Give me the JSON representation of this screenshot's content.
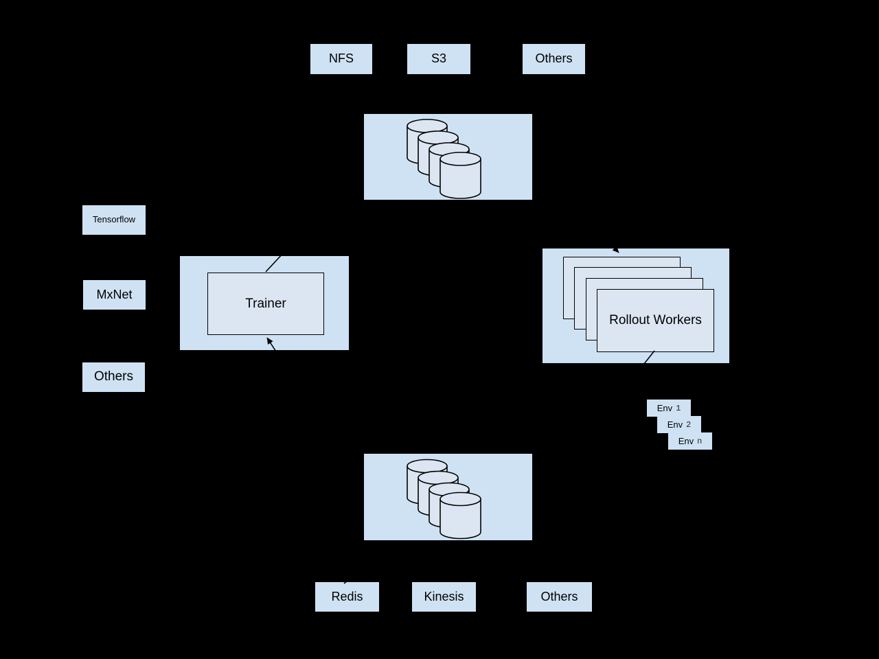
{
  "diagram": {
    "title": "distributed-rl-architecture",
    "storage_backends_top": [
      {
        "label": "NFS"
      },
      {
        "label": "S3"
      },
      {
        "label": "Others"
      }
    ],
    "datastore_top": {
      "icon": "database-cylinders-icon"
    },
    "frameworks": [
      {
        "label": "Tensorflow"
      },
      {
        "label": "MxNet"
      },
      {
        "label": "Others"
      }
    ],
    "trainer": {
      "label": "Trainer"
    },
    "rollout_workers": {
      "label": "Rollout Workers",
      "card_count": 4
    },
    "environments": {
      "prefix": "Env",
      "items": [
        {
          "id": "1"
        },
        {
          "id": "2"
        },
        {
          "id": "n"
        }
      ]
    },
    "datastore_bottom": {
      "icon": "database-cylinders-icon"
    },
    "queue_backends_bottom": [
      {
        "label": "Redis"
      },
      {
        "label": "Kinesis"
      },
      {
        "label": "Others"
      }
    ],
    "colors": {
      "background": "#000000",
      "box_fill": "#cfe2f3",
      "inner_shape_fill": "#dbe6f2",
      "line": "#000000"
    }
  }
}
